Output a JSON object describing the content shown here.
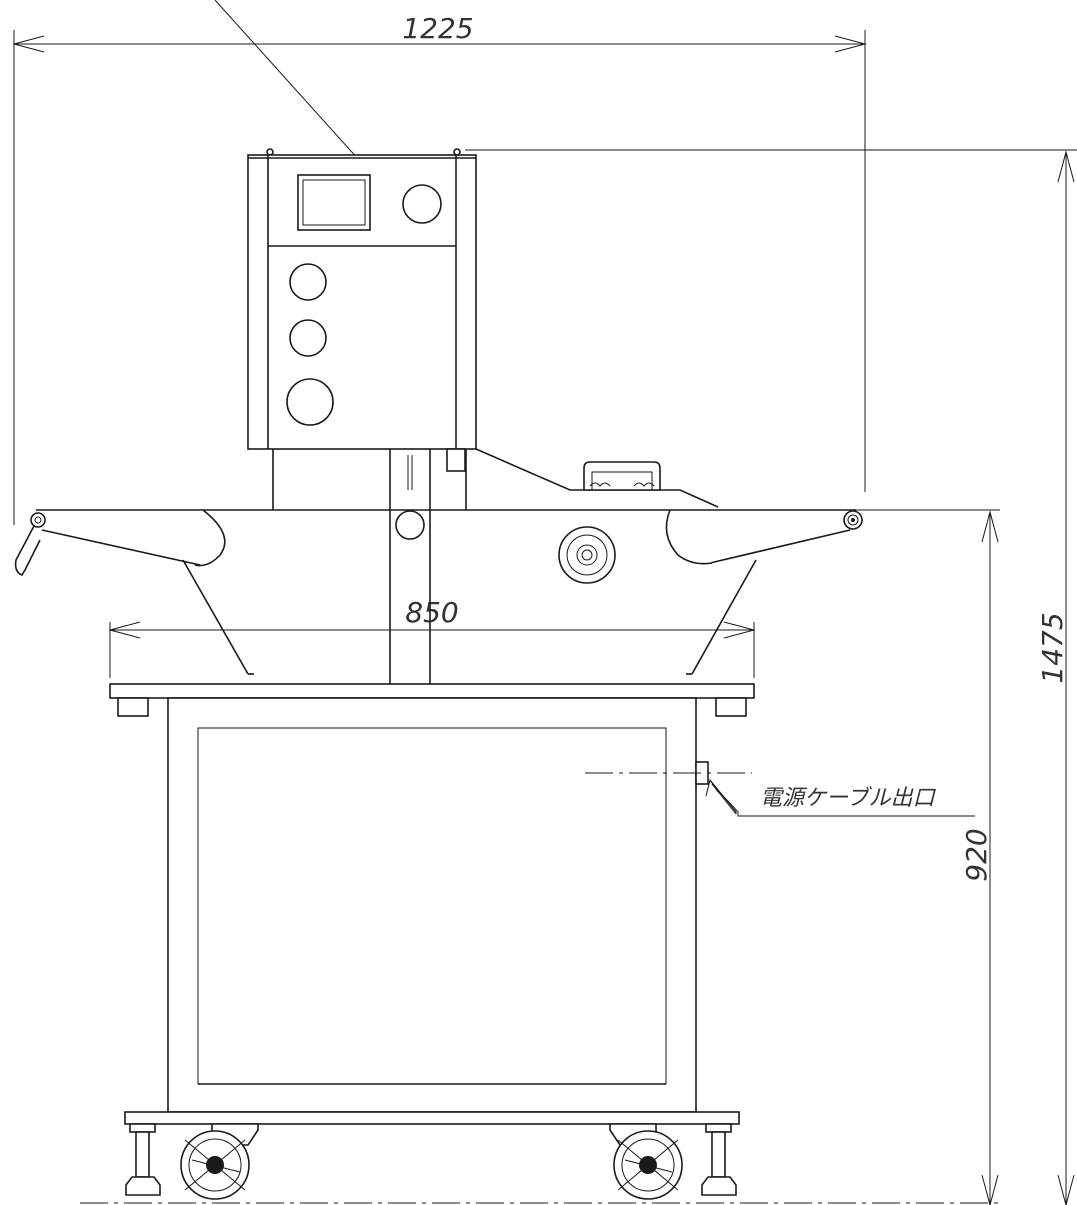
{
  "drawing": {
    "colors": {
      "line": "#1a1a1a",
      "text": "#333333",
      "background": "#ffffff"
    },
    "dimensions": {
      "overall_width": "1225",
      "overall_height": "1475",
      "table_height": "920",
      "frame_width": "850"
    },
    "labels": {
      "power_cable_outlet": "電源ケーブル出口"
    }
  }
}
